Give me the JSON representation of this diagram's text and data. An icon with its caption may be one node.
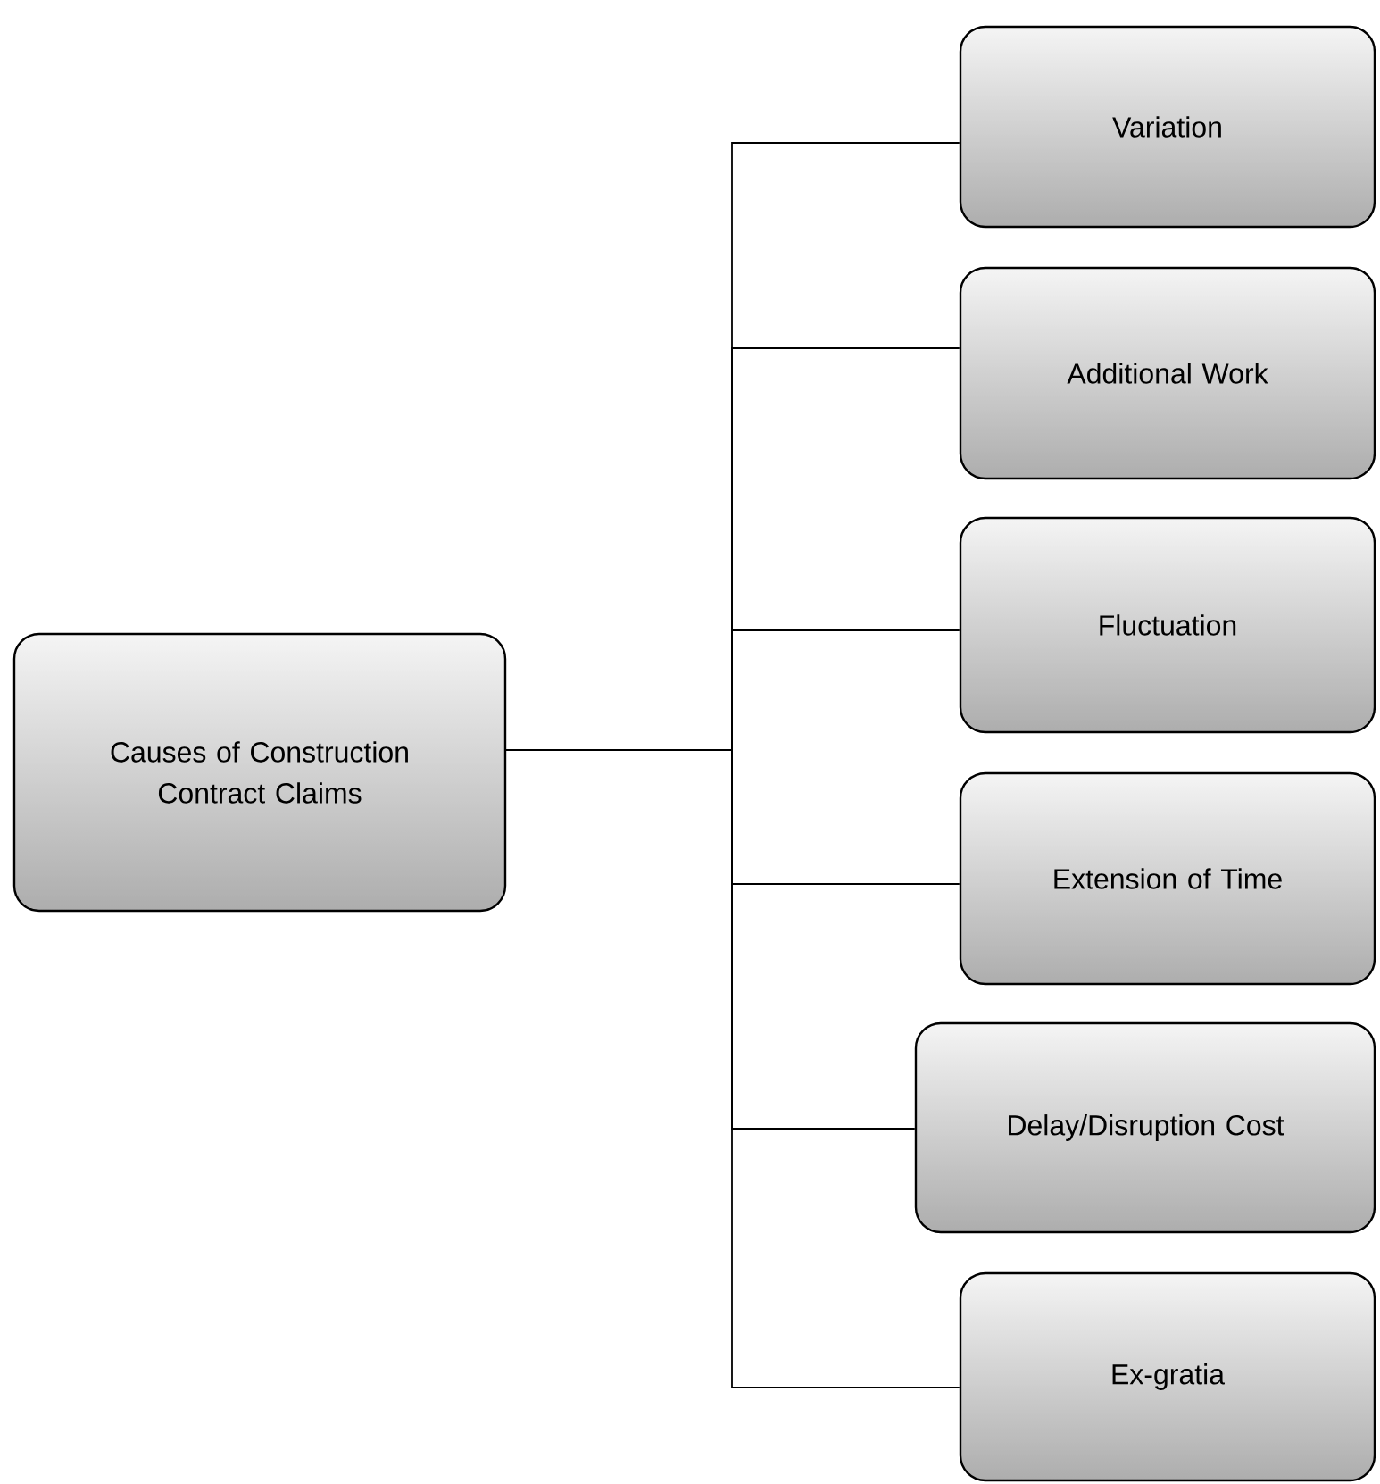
{
  "diagram": {
    "nodes": [
      {
        "text": [
          "Causes of Construction Contract Claims"
        ]
      },
      {
        "text": [
          "Variation"
        ]
      },
      {
        "text": [
          "Additional Work"
        ]
      },
      {
        "text": [
          "Fluctuation"
        ]
      },
      {
        "text": [
          "Extension of Time"
        ]
      },
      {
        "text": [
          "Delay/Disruption Cost"
        ]
      },
      {
        "text": [
          "Ex-gratia"
        ]
      }
    ],
    "edges": [
      {
        "from": 0,
        "to": 1,
        "arrow": "none"
      },
      {
        "from": 0,
        "to": 2,
        "arrow": "none"
      },
      {
        "from": 0,
        "to": 3,
        "arrow": "none"
      },
      {
        "from": 0,
        "to": 4,
        "arrow": "none"
      },
      {
        "from": 0,
        "to": 5,
        "arrow": "none"
      },
      {
        "from": 0,
        "to": 6,
        "arrow": "none"
      }
    ]
  }
}
